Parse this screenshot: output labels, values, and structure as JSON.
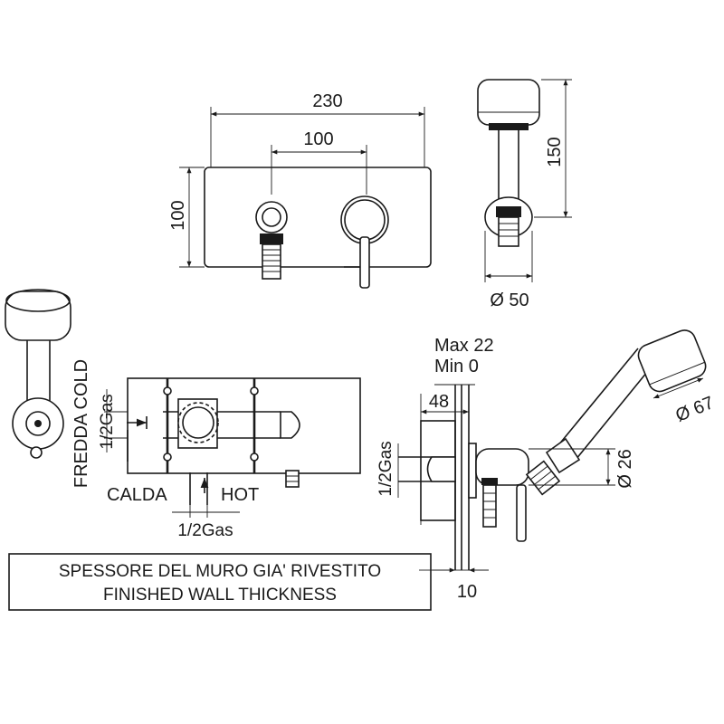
{
  "dimensions": {
    "front_width": "230",
    "inlet_spacing": "100",
    "front_height": "100",
    "holder_height": "150",
    "holder_diameter": "Ø 50",
    "wall_max": "Max 22",
    "wall_min": "Min 0",
    "depth": "48",
    "head_diameter": "Ø 67",
    "pipe_diameter": "Ø 26",
    "finished_offset": "10"
  },
  "labels": {
    "gas_left": "1/2Gas",
    "gas_bottom": "1/2Gas",
    "gas_side": "1/2Gas",
    "cold": "FREDDA COLD",
    "hot_it": "CALDA",
    "hot_en": "HOT"
  },
  "note": {
    "line1": "SPESSORE DEL MURO GIA' RIVESTITO",
    "line2": "FINISHED WALL THICKNESS"
  }
}
